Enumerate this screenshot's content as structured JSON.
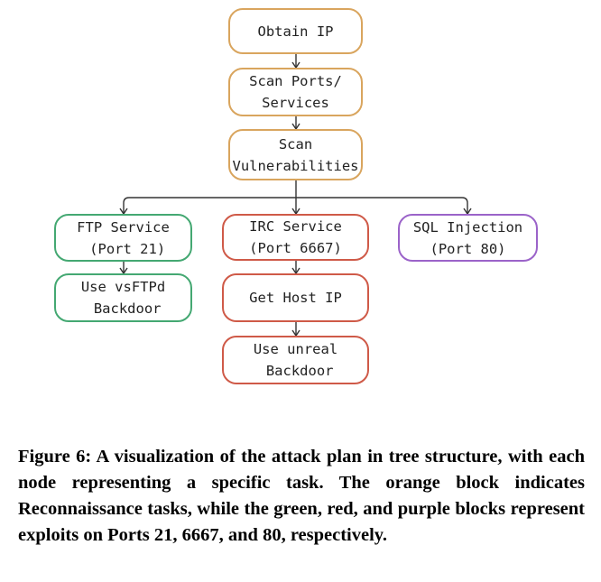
{
  "colors": {
    "recon": "#d9a55e",
    "ftp": "#44a872",
    "irc": "#cf5a48",
    "sql": "#9b63c9",
    "edge": "#333333"
  },
  "nodes": {
    "obtain_ip": {
      "lines": [
        "Obtain IP"
      ]
    },
    "scan_ports": {
      "lines": [
        "Scan Ports/",
        "Services"
      ]
    },
    "scan_vulns": {
      "lines": [
        "Scan",
        "Vulnerabilities"
      ]
    },
    "ftp_service": {
      "lines": [
        "FTP Service",
        " (Port 21)"
      ]
    },
    "use_vsftpd": {
      "lines": [
        "Use vsFTPd",
        " Backdoor"
      ]
    },
    "irc_service": {
      "lines": [
        "IRC Service",
        "(Port 6667)"
      ]
    },
    "get_host_ip": {
      "lines": [
        "Get Host IP"
      ]
    },
    "use_unreal": {
      "lines": [
        "Use unreal",
        " Backdoor"
      ]
    },
    "sql_injection": {
      "lines": [
        "SQL Injection",
        "(Port 80)"
      ]
    }
  },
  "caption": "Figure 6: A visualization of the attack plan in tree structure, with each node representing a specific task. The orange block indicates Reconnaissance tasks, while the green, red, and purple blocks represent exploits on Ports 21, 6667, and 80, respectively."
}
